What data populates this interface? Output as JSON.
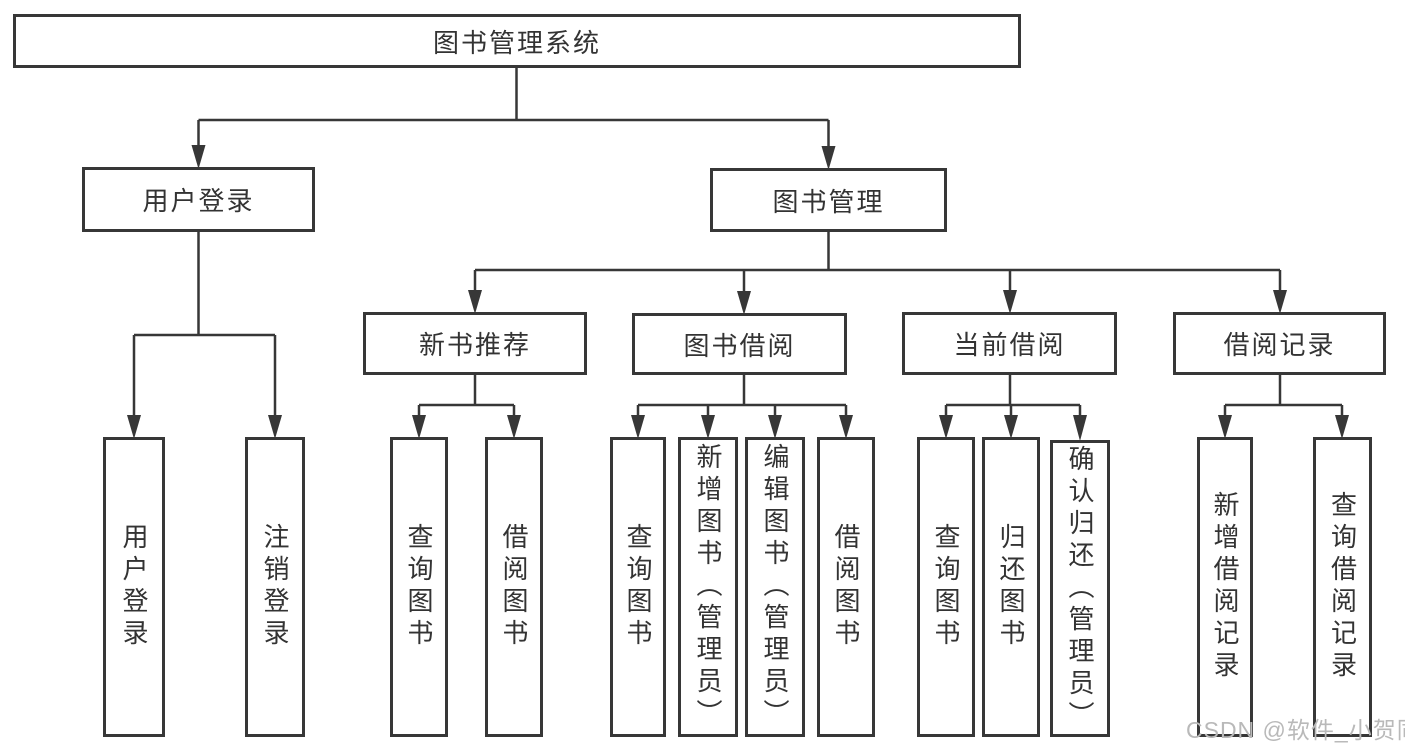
{
  "colors": {
    "line": "#373737",
    "border": "#373737",
    "text": "#333333",
    "background": "#ffffff",
    "watermark": "#b9b9b9"
  },
  "diagram": {
    "root": {
      "label": "图书管理系统"
    },
    "level2": [
      {
        "label": "用户登录"
      },
      {
        "label": "图书管理"
      }
    ],
    "level3": [
      {
        "label": "新书推荐"
      },
      {
        "label": "图书借阅"
      },
      {
        "label": "当前借阅"
      },
      {
        "label": "借阅记录"
      }
    ],
    "leaves": [
      {
        "label": "用户登录"
      },
      {
        "label": "注销登录"
      },
      {
        "label": "查询图书"
      },
      {
        "label": "借阅图书"
      },
      {
        "label": "查询图书"
      },
      {
        "label": "新增图书（管理员）"
      },
      {
        "label": "编辑图书（管理员）"
      },
      {
        "label": "借阅图书"
      },
      {
        "label": "查询图书"
      },
      {
        "label": "归还图书"
      },
      {
        "label": "确认归还（管理员）"
      },
      {
        "label": "新增借阅记录"
      },
      {
        "label": "查询借阅记录"
      }
    ]
  },
  "watermark": {
    "text": "CSDN @软件_小贺同学"
  }
}
